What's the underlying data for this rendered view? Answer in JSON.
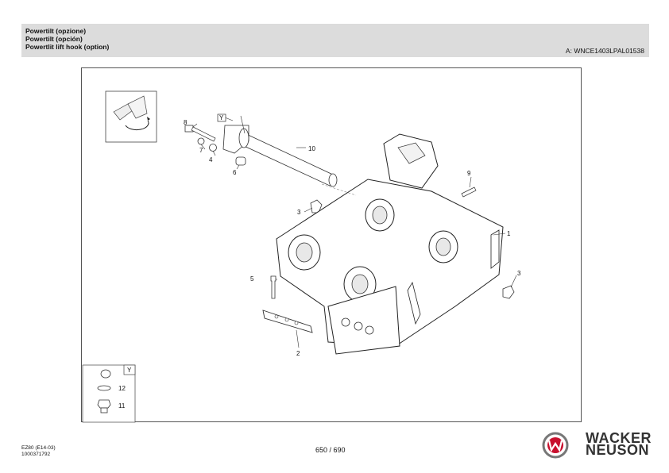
{
  "header": {
    "title_it": "Powertilt (opzione)",
    "title_es": "Powertilt (opción)",
    "title_en": "Powertlit lift hook (option)",
    "ref_code": "A: WNCE1403LPAL01538"
  },
  "diagram": {
    "callouts": [
      "1",
      "2",
      "3",
      "3",
      "4",
      "5",
      "6",
      "7",
      "8",
      "9",
      "10",
      "11",
      "12"
    ],
    "view_label": "Y",
    "inset_view_label": "Y"
  },
  "footer": {
    "model": "EZ80 (E14-03)",
    "doc_number": "1000371792",
    "page": "650 / 690",
    "brand_line1": "WACKER",
    "brand_line2": "NEUSON"
  }
}
